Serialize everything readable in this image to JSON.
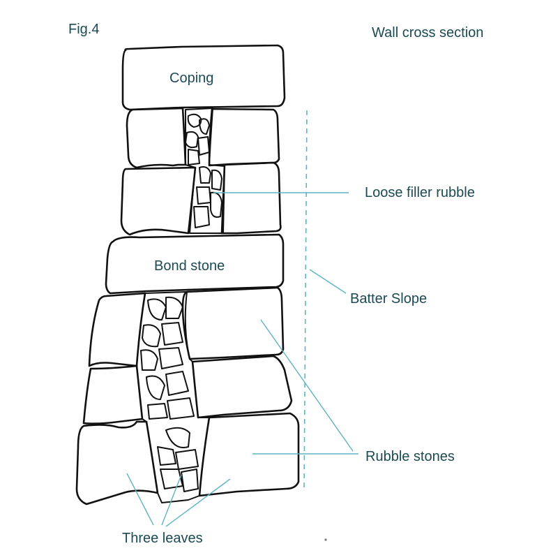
{
  "figure": {
    "number_label": "Fig.4",
    "title": "Wall cross section"
  },
  "labels": {
    "coping": "Coping",
    "bond_stone": "Bond stone",
    "loose_filler_rubble": "Loose filler rubble",
    "batter_slope": "Batter Slope",
    "rubble_stones": "Rubble stones",
    "three_leaves": "Three leaves"
  },
  "colors": {
    "label_text": "#1b4a52",
    "leader_lines": "#5fb3c2",
    "outline": "#111111"
  }
}
